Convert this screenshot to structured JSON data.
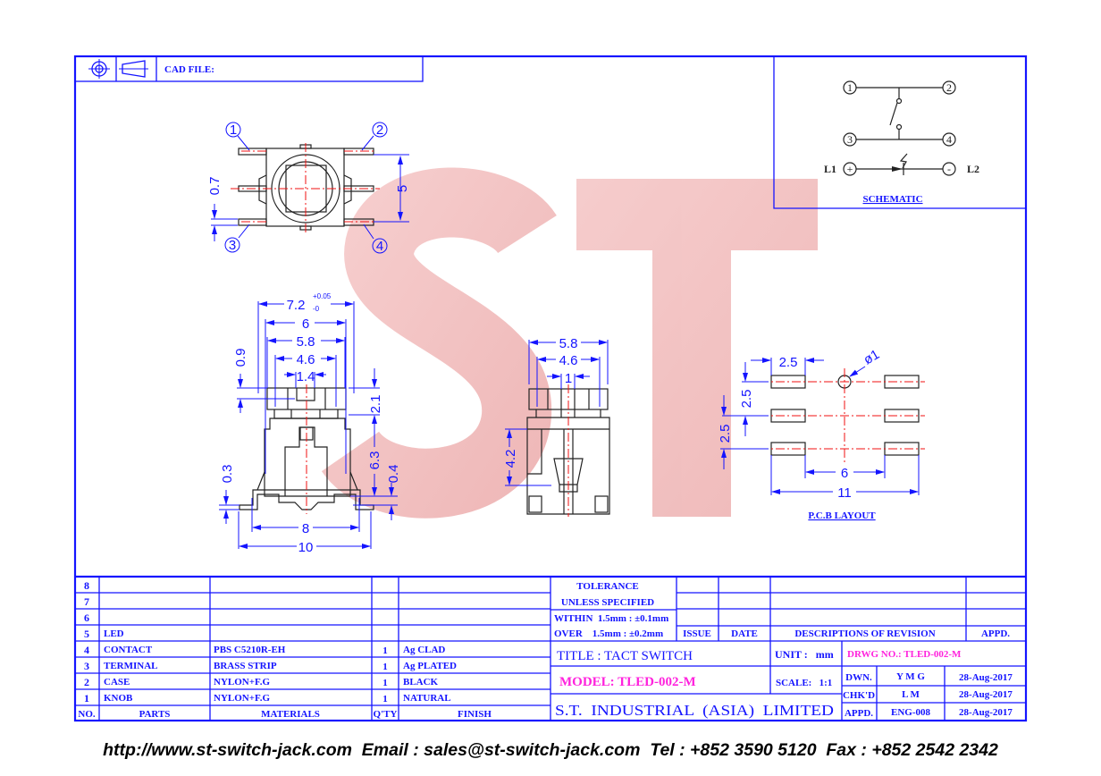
{
  "header": {
    "cad_file_label": "CAD FILE:"
  },
  "watermark": {
    "text_s": "S",
    "text_t": "T"
  },
  "top_view": {
    "pins": [
      "1",
      "2",
      "3",
      "4"
    ],
    "dim_pitch": "5",
    "dim_pin_width": "0.7"
  },
  "front_view": {
    "dim_width": "7.2",
    "dim_width_tol_plus": "+0.05",
    "dim_width_tol_minus": "-0",
    "dim_6": "6",
    "dim_5_8": "5.8",
    "dim_4_6": "4.6",
    "dim_1_4": "1.4",
    "dim_0_9": "0.9",
    "dim_2_1": "2.1",
    "dim_6_3": "6.3",
    "dim_0_4": "0.4",
    "dim_0_3": "0.3",
    "dim_8": "8",
    "dim_10": "10"
  },
  "side_view": {
    "dim_5_8": "5.8",
    "dim_4_6": "4.6",
    "dim_1": "1",
    "dim_4_2": "4.2"
  },
  "pcb_layout": {
    "title": "P.C.B LAYOUT",
    "dim_pad": "2.5",
    "dim_row1": "2.5",
    "dim_row2": "2.5",
    "dim_hole": "ø1",
    "dim_6": "6",
    "dim_11": "11"
  },
  "schematic": {
    "title": "SCHEMATIC",
    "pins": [
      "1",
      "2",
      "3",
      "4"
    ],
    "l1": "L1",
    "l2": "L2",
    "plus": "+",
    "minus": "-"
  },
  "parts_table": {
    "headers": {
      "no": "NO.",
      "parts": "PARTS",
      "materials": "MATERIALS",
      "qty": "Q'TY",
      "finish": "FINISH"
    },
    "rows": [
      {
        "no": "8",
        "part": "",
        "material": "",
        "qty": "",
        "finish": ""
      },
      {
        "no": "7",
        "part": "",
        "material": "",
        "qty": "",
        "finish": ""
      },
      {
        "no": "6",
        "part": "",
        "material": "",
        "qty": "",
        "finish": ""
      },
      {
        "no": "5",
        "part": "LED",
        "material": "",
        "qty": "",
        "finish": ""
      },
      {
        "no": "4",
        "part": "CONTACT",
        "material": "PBS C5210R-EH",
        "qty": "1",
        "finish": "Ag CLAD"
      },
      {
        "no": "3",
        "part": "TERMINAL",
        "material": "BRASS STRIP",
        "qty": "1",
        "finish": "Ag PLATED"
      },
      {
        "no": "2",
        "part": "CASE",
        "material": "NYLON+F.G",
        "qty": "1",
        "finish": "BLACK"
      },
      {
        "no": "1",
        "part": "KNOB",
        "material": "NYLON+F.G",
        "qty": "1",
        "finish": "NATURAL"
      }
    ]
  },
  "tolerance": {
    "title": "TOLERANCE",
    "subtitle": "UNLESS  SPECIFIED",
    "within": "WITHIN  1.5mm : ±0.1mm",
    "over": "OVER    1.5mm : ±0.2mm"
  },
  "revision": {
    "issue": "ISSUE",
    "date": "DATE",
    "description": "DESCRIPTIONS OF REVISION",
    "appd": "APPD."
  },
  "title_block": {
    "title": "TITLE : TACT SWITCH",
    "unit": "UNIT :   mm",
    "drwg_no": "DRWG NO.: TLED-002-M",
    "model": "MODEL: TLED-002-M",
    "scale": "SCALE:   1:1",
    "company": "S.T.  INDUSTRIAL  (ASIA)  LIMITED",
    "sign": [
      {
        "role": "DWN.",
        "name": "Y M G",
        "date": "28-Aug-2017"
      },
      {
        "role": "CHK'D",
        "name": "L M",
        "date": "28-Aug-2017"
      },
      {
        "role": "APPD.",
        "name": "ENG-008",
        "date": "28-Aug-2017"
      }
    ]
  },
  "footer": "http://www.st-switch-jack.com  Email : sales@st-switch-jack.com  Tel : +852 3590 5120  Fax : +852 2542 2342",
  "colors": {
    "frame": "#1414ff",
    "centerline": "#f01010",
    "model": "#ff22dd",
    "watermark": "#eeaaaa"
  }
}
